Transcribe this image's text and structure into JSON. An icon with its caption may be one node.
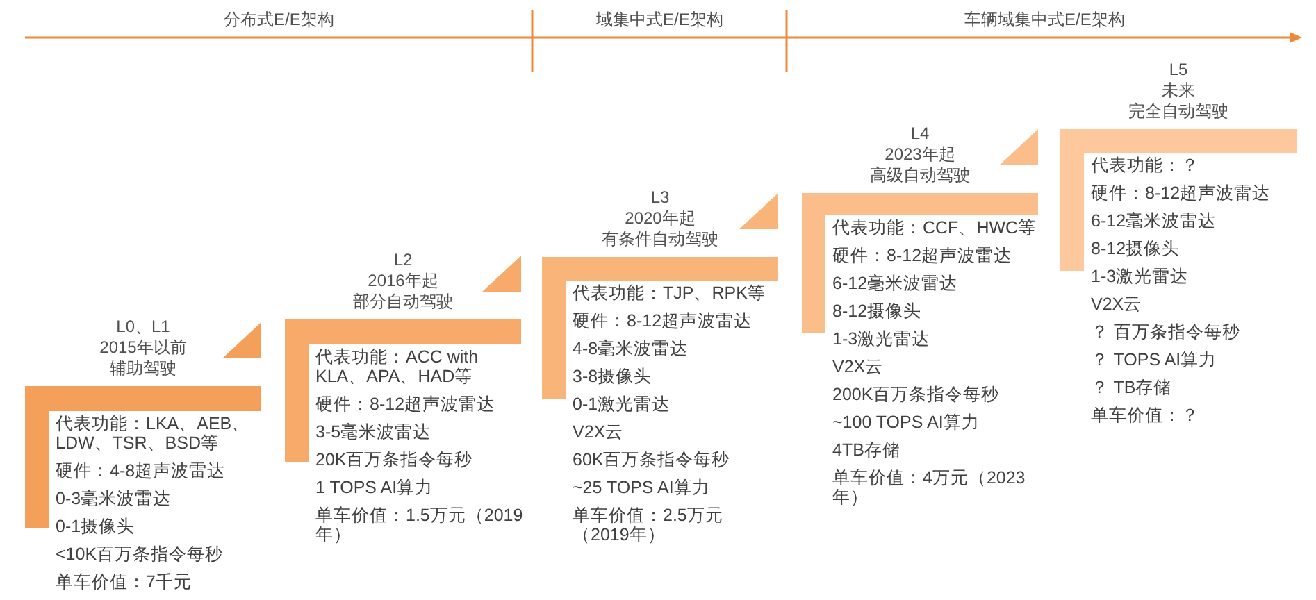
{
  "diagram": {
    "nodes": [
      {
        "text": [
          "L0、L1",
          "2015年以前",
          "辅助驾驶",
          "代表功能：LKA、AEB、LDW、TSR、BSD等",
          "硬件：4-8超声波雷达",
          "0-3毫米波雷达",
          "0-1摄像头",
          "<10K百万条指令每秒",
          "单车价值：7千元"
        ]
      },
      {
        "text": [
          "L2",
          "2016年起",
          "部分自动驾驶",
          "代表功能：ACC with KLA、APA、HAD等",
          "硬件：8-12超声波雷达",
          "3-5毫米波雷达",
          "20K百万条指令每秒",
          "1 TOPS AI算力",
          "单车价值：1.5万元（2019年）"
        ]
      },
      {
        "text": [
          "L3",
          "2020年起",
          "有条件自动驾驶",
          "代表功能：TJP、RPK等",
          "硬件：8-12超声波雷达",
          "4-8毫米波雷达",
          "3-8摄像头",
          "0-1激光雷达",
          "V2X云",
          "60K百万条指令每秒",
          "~25 TOPS AI算力",
          "单车价值：2.5万元（2019年）"
        ]
      },
      {
        "text": [
          "L4",
          "2023年起",
          "高级自动驾驶",
          "代表功能：CCF、HWC等",
          "硬件：8-12超声波雷达",
          "6-12毫米波雷达",
          "8-12摄像头",
          "1-3激光雷达",
          "V2X云",
          "200K百万条指令每秒",
          "~100 TOPS AI算力",
          "4TB存储",
          "单车价值：4万元（2023年）"
        ]
      },
      {
        "text": [
          "L5",
          "未来",
          "完全自动驾驶",
          "代表功能：？",
          "硬件：8-12超声波雷达",
          "6-12毫米波雷达",
          "8-12摄像头",
          "1-3激光雷达",
          "V2X云",
          "？ 百万条指令每秒",
          "？  TOPS AI算力",
          "？  TB存储",
          "单车价值：？"
        ]
      }
    ],
    "labels": [
      "分布式E/E架构",
      "域集中式E/E架构",
      "车辆域集中式E/E架构"
    ]
  }
}
